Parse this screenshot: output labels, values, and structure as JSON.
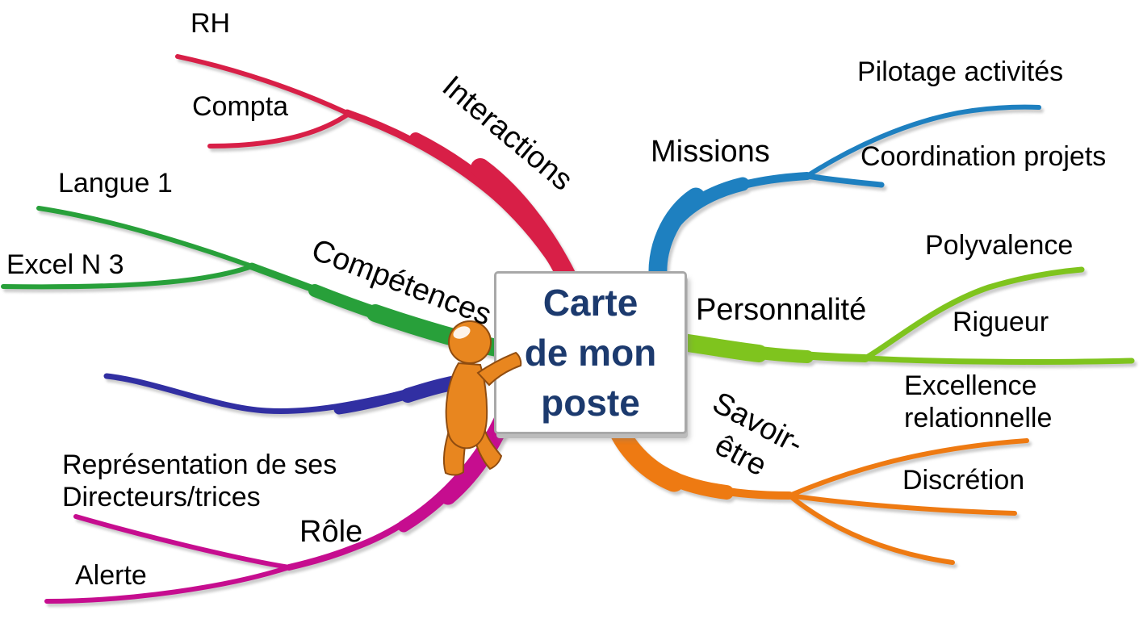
{
  "background_color": "#ffffff",
  "center": {
    "title_lines": [
      "Carte",
      "de mon",
      "poste"
    ],
    "title_text": "Carte de mon poste",
    "title_color": "#1c3a6e",
    "box_border_color": "#a8a8a8",
    "box_background": "#ffffff"
  },
  "branches": {
    "interactions": {
      "label": "Interactions",
      "color": "#d81f47",
      "children": {
        "rh": "RH",
        "compta": "Compta"
      }
    },
    "competences": {
      "label": "Compétences",
      "color": "#28a03a",
      "children": {
        "langue": "Langue 1",
        "excel": "Excel N 3"
      }
    },
    "missions": {
      "label": "Missions",
      "color": "#1e80c0",
      "children": {
        "pilotage": "Pilotage activités",
        "coordination": "Coordination projets"
      }
    },
    "personnalite": {
      "label": "Personnalité",
      "color": "#7fc41e",
      "children": {
        "polyvalence": "Polyvalence",
        "rigueur": "Rigueur"
      }
    },
    "savoir_etre": {
      "label_lines": [
        "Savoir-",
        "être"
      ],
      "label_text": "Savoir-être",
      "color": "#ee7a12",
      "children": {
        "excellence_lines": [
          "Excellence",
          "relationnelle"
        ],
        "excellence_text": "Excellence relationnelle",
        "discretion": "Discrétion"
      }
    },
    "role": {
      "label": "Rôle",
      "color": "#c60d8f",
      "children": {
        "representation_lines": [
          "Représentation de ses",
          "Directeurs/trices"
        ],
        "representation_text": "Représentation de ses Directeurs/trices",
        "alerte": "Alerte"
      }
    },
    "unlabeled_left": {
      "label": "",
      "color": "#312fa2"
    }
  },
  "figure": {
    "icon": "orange-person-icon",
    "color": "#e8861f",
    "outline_color": "#8f4c10"
  }
}
